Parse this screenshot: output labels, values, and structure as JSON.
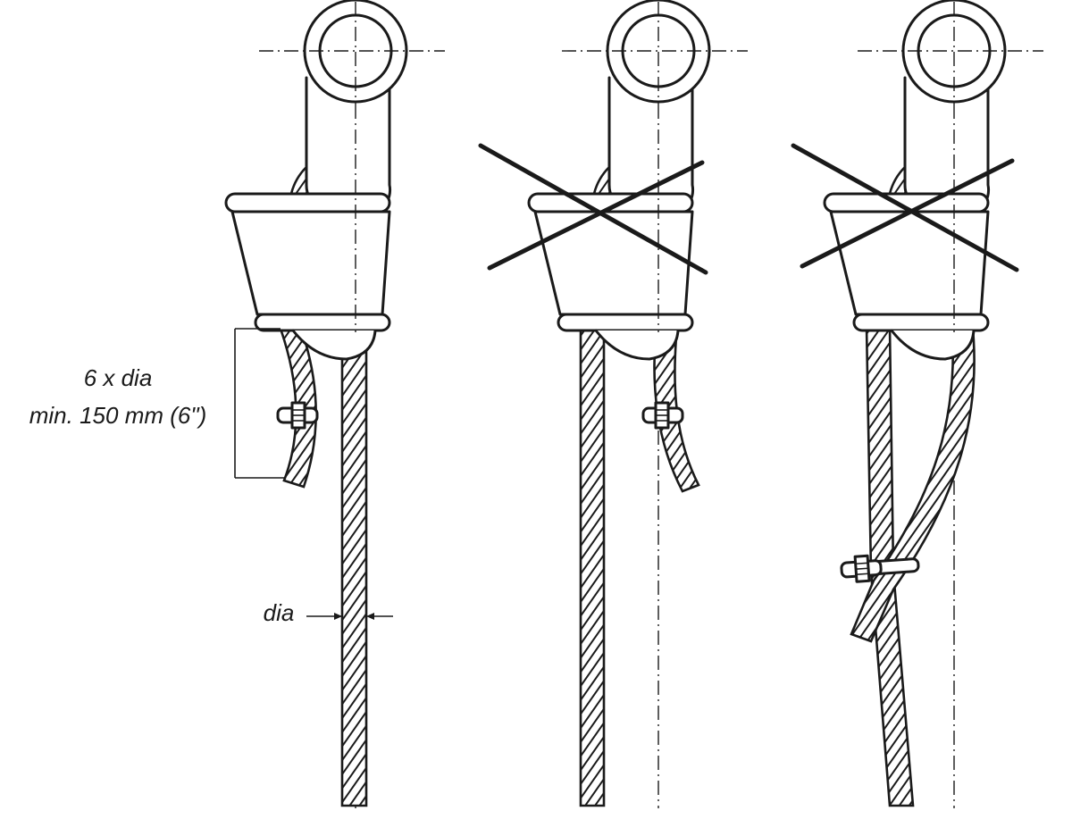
{
  "annotations": {
    "tail_rule_line1": "6 x dia",
    "tail_rule_line2": "min. 150 mm (6\")",
    "dia_label": "dia"
  },
  "panels": [
    {
      "id": "correct",
      "crossed_out": false
    },
    {
      "id": "incorrect-clip-on-tail-only",
      "crossed_out": true
    },
    {
      "id": "incorrect-tail-clipped-to-live-line",
      "crossed_out": true
    }
  ],
  "colors": {
    "ink": "#1a1a1a",
    "paper": "#ffffff"
  }
}
